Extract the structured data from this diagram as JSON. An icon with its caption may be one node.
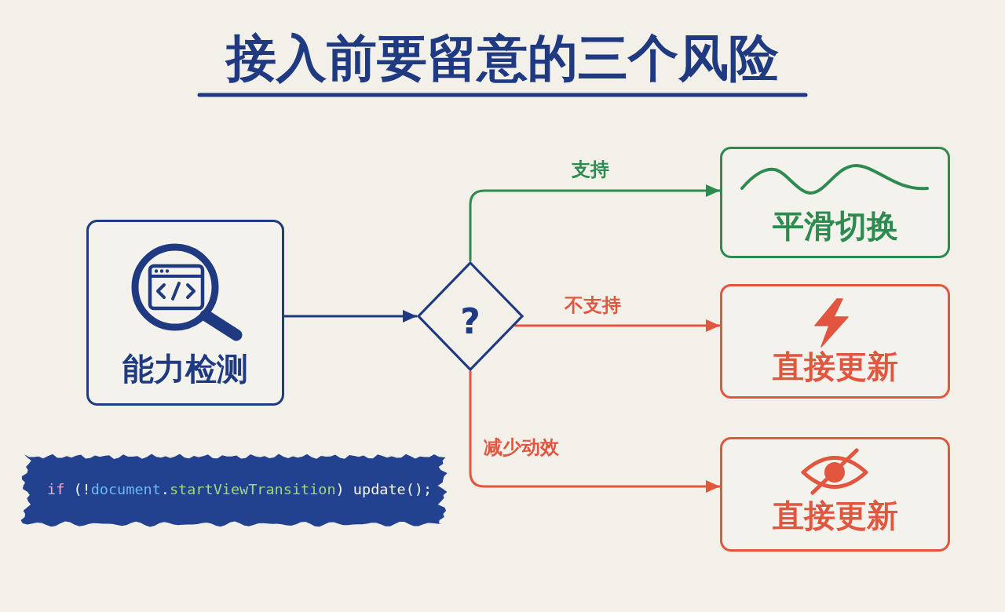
{
  "diagram": {
    "title": "接入前要留意的三个风险",
    "nodes": [
      {
        "text": [
          "能力检测"
        ]
      },
      {
        "text": [
          "if (!document.startViewTransition) update();"
        ]
      },
      {
        "text": [
          "?"
        ]
      },
      {
        "text": [
          "平滑切换"
        ]
      },
      {
        "text": [
          "直接更新"
        ]
      },
      {
        "text": [
          "直接更新"
        ]
      }
    ],
    "edges": [
      {
        "from": 0,
        "to": 2,
        "arrow": "to",
        "color": "#1f3a80"
      },
      {
        "from": 2,
        "to": 3,
        "arrow": "to",
        "label": "支持",
        "color": "#2e8b4f"
      },
      {
        "from": 2,
        "to": 4,
        "arrow": "to",
        "label": "不支持"
      },
      {
        "from": 2,
        "to": 5,
        "arrow": "to",
        "label": "减少动效"
      }
    ]
  }
}
